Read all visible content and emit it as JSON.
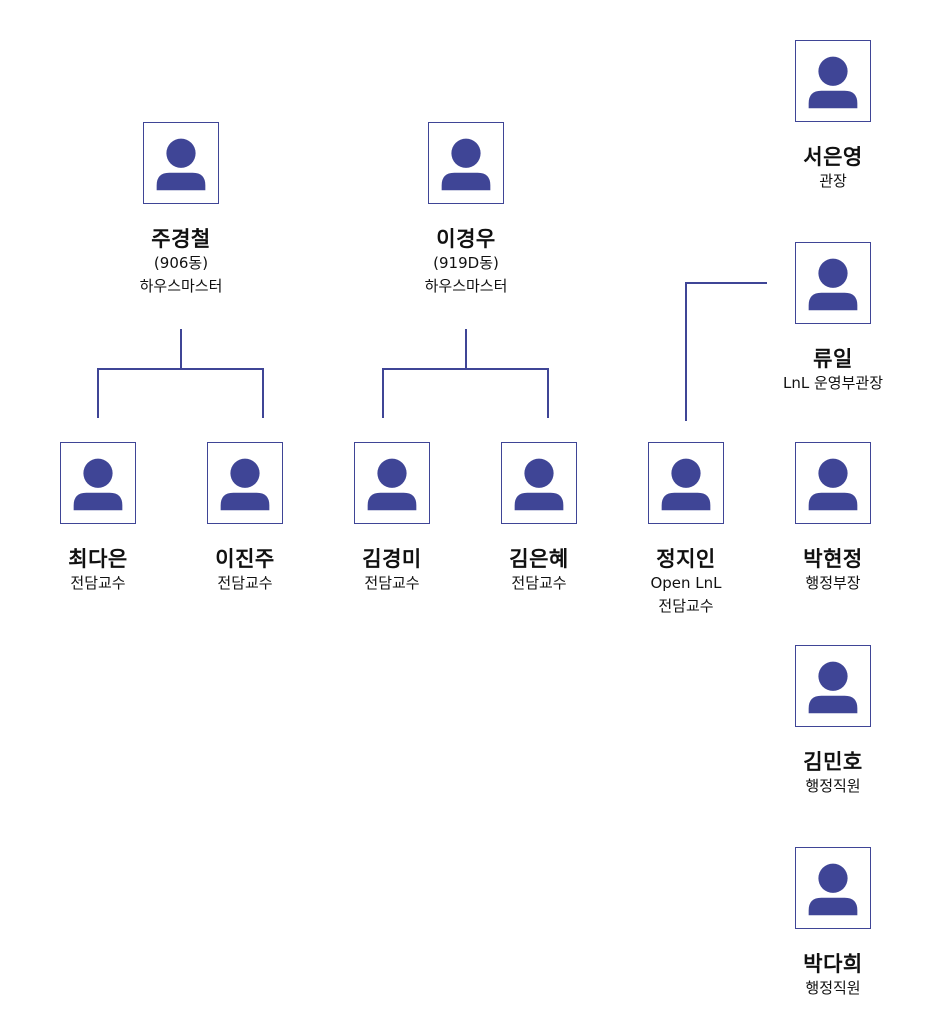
{
  "colors": {
    "accent": "#3f4596"
  },
  "icon": "person-avatar-icon",
  "people": {
    "ju": {
      "name": "주경철",
      "lines": [
        "(906동)",
        "하우스마스터"
      ]
    },
    "lee": {
      "name": "이경우",
      "lines": [
        "(919D동)",
        "하우스마스터"
      ]
    },
    "choi": {
      "name": "최다은",
      "lines": [
        "전담교수"
      ]
    },
    "leejin": {
      "name": "이진주",
      "lines": [
        "전담교수"
      ]
    },
    "kimgm": {
      "name": "김경미",
      "lines": [
        "전담교수"
      ]
    },
    "kimeh": {
      "name": "김은혜",
      "lines": [
        "전담교수"
      ]
    },
    "jung": {
      "name": "정지인",
      "lines": [
        "Open LnL",
        "전담교수"
      ]
    },
    "seo": {
      "name": "서은영",
      "lines": [
        "관장"
      ]
    },
    "ryu": {
      "name": "류일",
      "lines": [
        "LnL 운영부관장"
      ]
    },
    "park": {
      "name": "박현정",
      "lines": [
        "행정부장"
      ]
    },
    "kimmh": {
      "name": "김민호",
      "lines": [
        "행정직원"
      ]
    },
    "parkdh": {
      "name": "박다희",
      "lines": [
        "행정직원"
      ]
    }
  }
}
